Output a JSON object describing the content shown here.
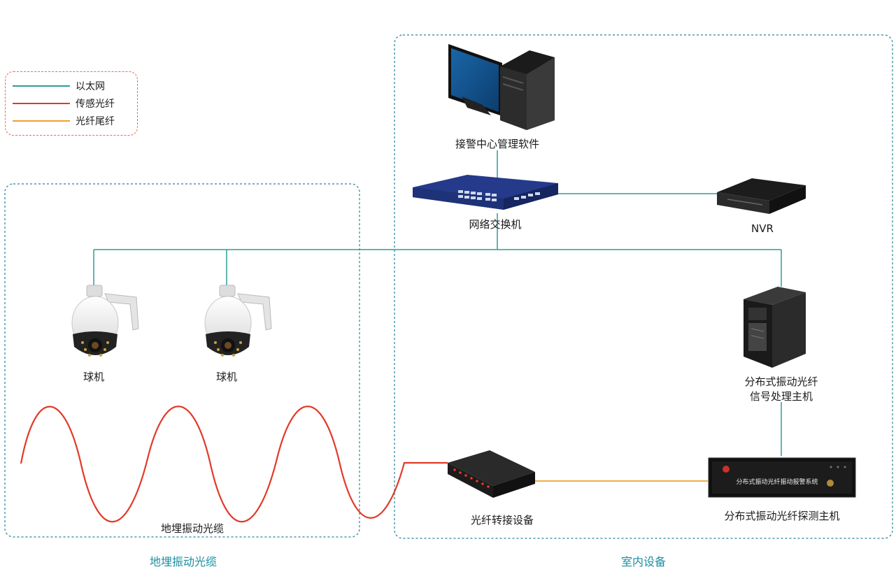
{
  "legend": {
    "items": [
      {
        "label": "以太网",
        "color": "#2a9d97"
      },
      {
        "label": "传感光纤",
        "color": "#e23a28"
      },
      {
        "label": "光纤尾纤",
        "color": "#f0a030"
      }
    ]
  },
  "nodes": {
    "alarm_software": "接警中心管理软件",
    "switch": "网络交换机",
    "nvr": "NVR",
    "camera_1": "球机",
    "camera_2": "球机",
    "processor_line1": "分布式振动光纤",
    "processor_line2": "信号处理主机",
    "fiber_adapter": "光纤转接设备",
    "detector_host": "分布式振动光纤探测主机",
    "detector_panel_text": "分布式振动光纤振动报警系统",
    "cable": "地埋振动光缆"
  },
  "zones": {
    "left": "地埋振动光缆",
    "right": "室内设备"
  },
  "colors": {
    "ethernet": "#2a9d97",
    "sensing_fiber": "#e23a28",
    "pigtail": "#f0a030",
    "zone_border": "#4a9aa8",
    "zone_label": "#1a8fa0"
  }
}
